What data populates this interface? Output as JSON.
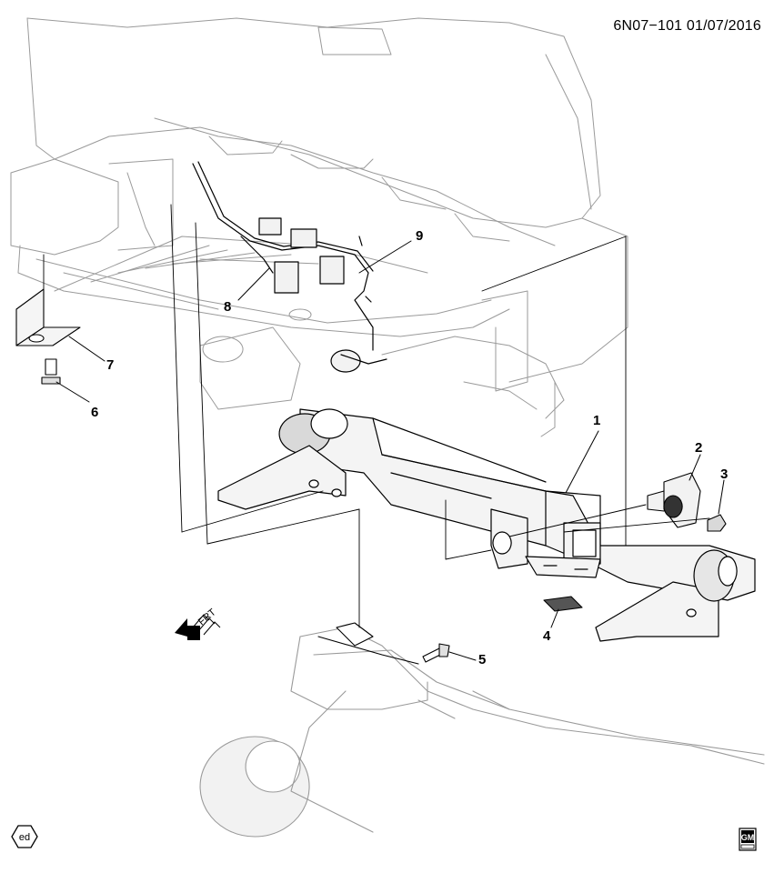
{
  "document": {
    "code": "6N07−101  01/07/2016"
  },
  "callouts": [
    {
      "id": "1",
      "label": "1"
    },
    {
      "id": "2",
      "label": "2"
    },
    {
      "id": "3",
      "label": "3"
    },
    {
      "id": "4",
      "label": "4"
    },
    {
      "id": "5",
      "label": "5"
    },
    {
      "id": "6",
      "label": "6"
    },
    {
      "id": "7",
      "label": "7"
    },
    {
      "id": "8",
      "label": "8"
    },
    {
      "id": "9",
      "label": "9"
    }
  ],
  "direction_marker": {
    "text": "FRT",
    "icon": "front-arrow-icon"
  },
  "logos": {
    "ed": {
      "text": "ed",
      "icon": "ed-hexagon-logo"
    },
    "gm": {
      "text": "GM",
      "icon": "gm-logo"
    }
  },
  "colors": {
    "line": "#000000",
    "fill": "#f2f2f2",
    "shade": "#d9d9d9",
    "background": "#ffffff"
  }
}
